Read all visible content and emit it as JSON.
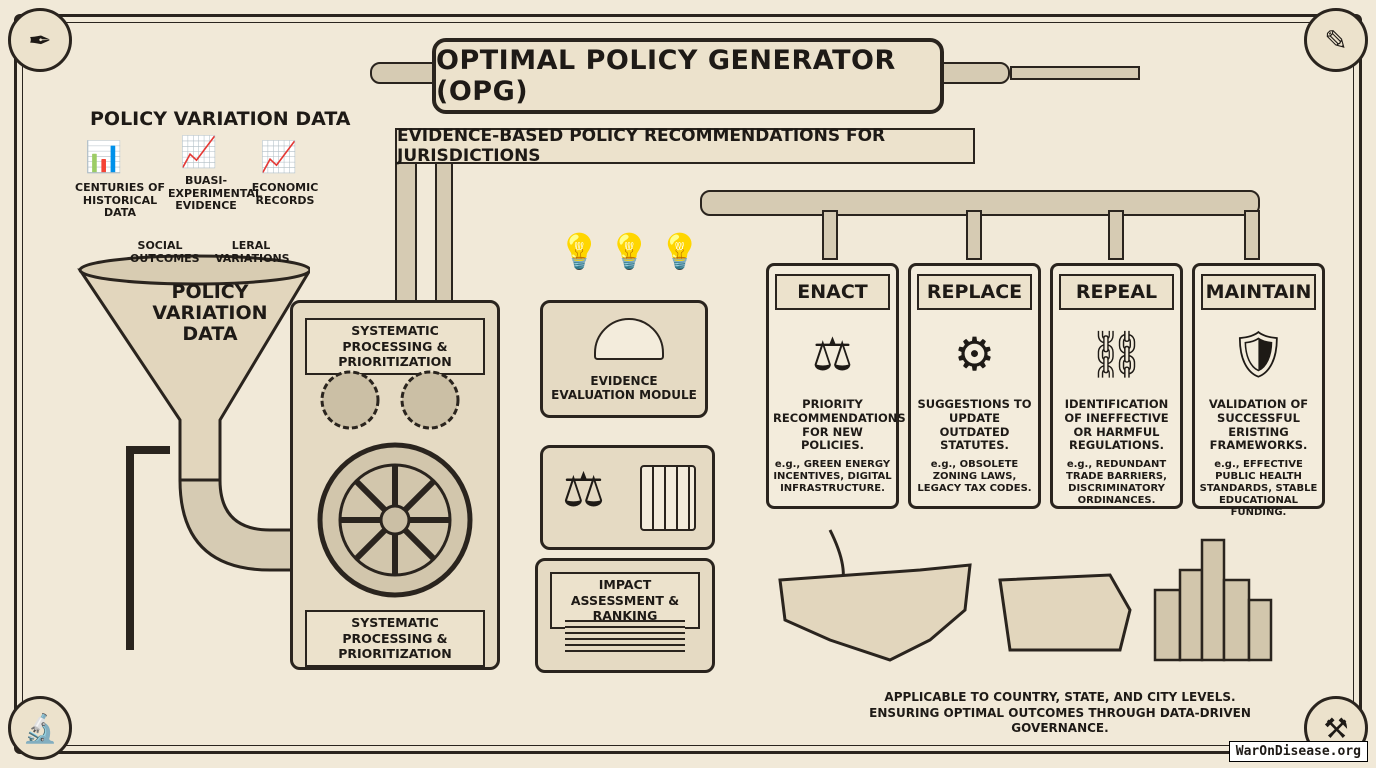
{
  "title": "OPTIMAL POLICY GENERATOR (OPG)",
  "subtitle": "EVIDENCE-BASED POLICY RECOMMENDATIONS FOR JURISDICTIONS",
  "inputs": {
    "heading": "POLICY VARIATION DATA",
    "items": [
      "CENTURIES OF HISTORICAL DATA",
      "BUASI- EXPERIMENTAL EVIDENCE",
      "ECONOMIC RECORDS",
      "SOCIAL OUTCOMES",
      "LERAL VARIATIONS"
    ],
    "funnel_label": "POLICY VARIATION DATA"
  },
  "machine": {
    "top_label": "SYSTEMATIC PROCESSING & PRIORITIZATION",
    "bottom_label": "SYSTEMATIC PROCESSING & PRIORITIZATION",
    "evidence_module": "EVIDENCE EVALUATION MODULE",
    "impact_module": "IMPACT ASSESSMENT & RANKING"
  },
  "outputs": [
    {
      "title": "ENACT",
      "icon": "gavel-icon",
      "desc": "PRIORITY RECOMMENDATIONS FOR NEW POLICIES.",
      "example": "e.g., GREEN ENERGY INCENTIVES, DIGITAL INFRASTRUCTURE."
    },
    {
      "title": "REPLACE",
      "icon": "gears-icon",
      "desc": "SUGGESTIONS TO UPDATE OUTDATED STATUTES.",
      "example": "e.g., OBSOLETE ZONING LAWS, LEGACY TAX CODES."
    },
    {
      "title": "REPEAL",
      "icon": "broken-chain-icon",
      "desc": "IDENTIFICATION OF INEFFECTIVE OR HARMFUL REGULATIONS.",
      "example": "e.g., REDUNDANT TRADE BARRIERS, DISCRIMINATORY ORDINANCES."
    },
    {
      "title": "MAINTAIN",
      "icon": "shield-check-icon",
      "desc": "VALIDATION OF SUCCESSFUL ERISTING FRAMEWORKS.",
      "example": "e.g., EFFECTIVE PUBLIC HEALTH STANDARDS, STABLE EDUCATIONAL FUNDING."
    }
  ],
  "footer": {
    "line1": "APPLICABLE TO COUNTRY, STATE, AND CITY LEVELS.",
    "line2": "ENSURING OPTIMAL OUTCOMES THROUGH DATA-DRIVEN GOVERNANCE."
  },
  "watermark": "WarOnDisease.org"
}
